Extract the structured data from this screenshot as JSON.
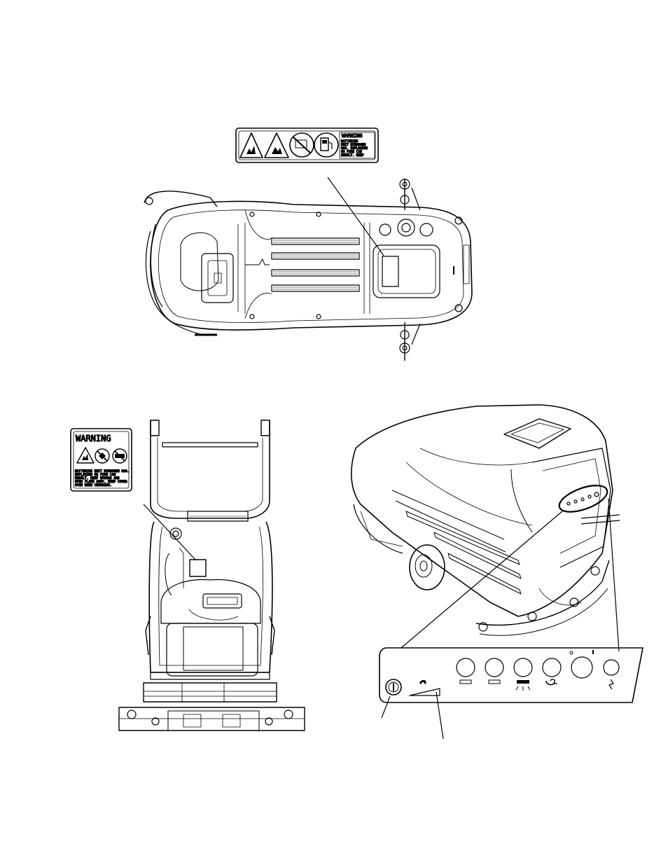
{
  "labels": {
    "top_decal_heading": "WARNING",
    "top_decal_lines": [
      "BATTERIES",
      "EMIT HYDROGEN",
      "GAS. EXPLOSION",
      "OR FIRE CAN",
      "RESULT. KEEP"
    ],
    "left_decal_heading": "WARNING",
    "left_decal_lines": [
      "BATTERIES EMIT HYDROGEN GAS.",
      "EXPLOSION OR FIRE CAN",
      "RESULT. KEEP SPARKS AND",
      "OPEN FLAME AWAY. KEEP COVER",
      "OPEN WHEN CHARGING."
    ]
  },
  "icons": [
    "explosion-warning-icon",
    "flame-warning-icon",
    "no-sparks-icon",
    "fuel-pump-icon",
    "key-switch-icon",
    "speed-indicator-icon",
    "brush-icon",
    "vacuum-icon",
    "scrub-icon",
    "horn-icon"
  ]
}
